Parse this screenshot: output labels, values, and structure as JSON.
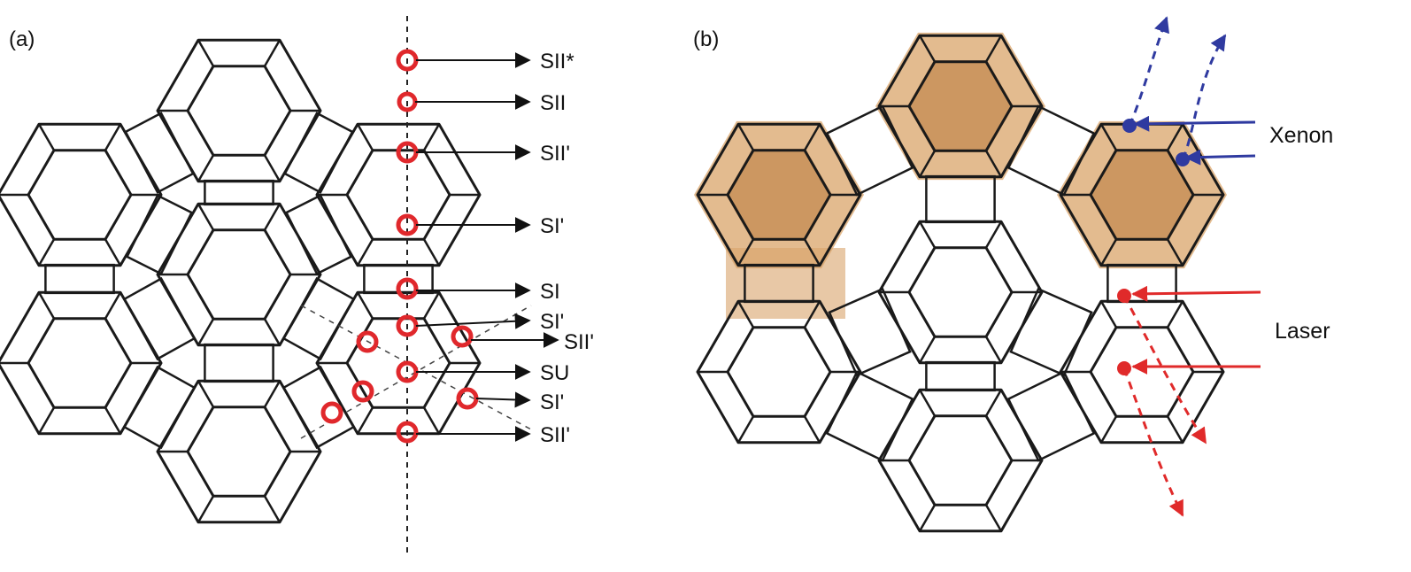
{
  "panels": {
    "a": {
      "label": "(a)"
    },
    "b": {
      "label": "(b)"
    }
  },
  "sites": [
    {
      "id": "s1",
      "label": "SII*"
    },
    {
      "id": "s2",
      "label": "SII"
    },
    {
      "id": "s3",
      "label": "SII'"
    },
    {
      "id": "s4",
      "label": "SI'"
    },
    {
      "id": "s5",
      "label": "SI"
    },
    {
      "id": "s6",
      "label": "SI'"
    },
    {
      "id": "s7",
      "label": "SII'"
    },
    {
      "id": "s8",
      "label": "SU"
    },
    {
      "id": "s9",
      "label": "SI'"
    },
    {
      "id": "s10",
      "label": "SII'"
    }
  ],
  "legend": {
    "xenon": "Xenon",
    "laser": "Laser"
  },
  "colors": {
    "frame": "#1a1a1a",
    "site_marker": "#e0282c",
    "xenon": "#2f3aa0",
    "laser": "#e02a2a",
    "cage_fill": "#d9a46a",
    "cage_fill_dark": "#b97a3c"
  }
}
